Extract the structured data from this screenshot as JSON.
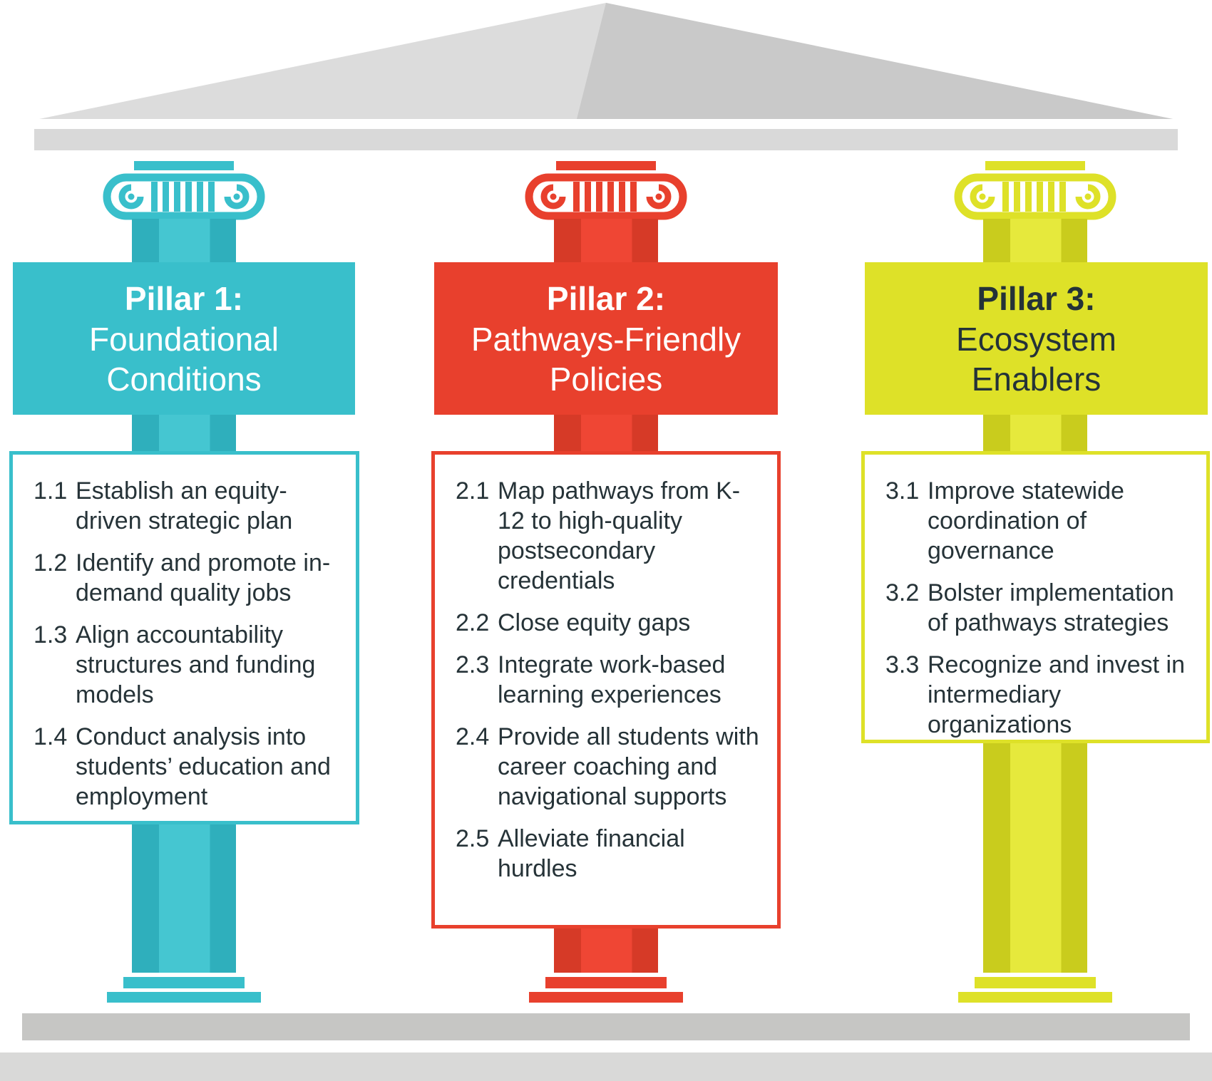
{
  "figure_title": "Three pillars diagram",
  "palette": {
    "teal": "#39BFCB",
    "red": "#E8402D",
    "yellow_green": "#DEE128",
    "body_text": "#263338",
    "pediment_light": "#DCDCDC",
    "pediment_dark": "#C9C9C9",
    "beam_gray": "#D9D9D9",
    "stylobate_gray": "#C6C6C4",
    "ground_gray": "#D9D9D8"
  },
  "pillars": [
    {
      "id": "pillar-1",
      "color": "#39BFCB",
      "title": "Pillar 1:",
      "subtitle_lines": [
        "Foundational",
        "Conditions"
      ],
      "items": [
        {
          "num": "1.1",
          "text": "Establish an equity-driven strategic plan"
        },
        {
          "num": "1.2",
          "text": "Identify and promote in-demand quality jobs"
        },
        {
          "num": "1.3",
          "text": "Align accountability structures and funding models"
        },
        {
          "num": "1.4",
          "text": "Conduct analysis into students’ education and employment"
        }
      ]
    },
    {
      "id": "pillar-2",
      "color": "#E8402D",
      "title": "Pillar 2:",
      "subtitle_lines": [
        "Pathways-Friendly",
        "Policies"
      ],
      "items": [
        {
          "num": "2.1",
          "text": "Map pathways from K-12 to high-quality postsecondary credentials"
        },
        {
          "num": "2.2",
          "text": "Close equity gaps"
        },
        {
          "num": "2.3",
          "text": "Integrate work-based learning experiences"
        },
        {
          "num": "2.4",
          "text": "Provide all students with career coaching and navigational supports"
        },
        {
          "num": "2.5",
          "text": "Alleviate financial hurdles"
        }
      ]
    },
    {
      "id": "pillar-3",
      "color": "#DEE128",
      "title": "Pillar 3:",
      "subtitle_lines": [
        "Ecosystem",
        "Enablers"
      ],
      "items": [
        {
          "num": "3.1",
          "text": "Improve statewide coordination of governance"
        },
        {
          "num": "3.2",
          "text": "Bolster implementation of pathways strategies"
        },
        {
          "num": "3.3",
          "text": "Recognize and invest in intermediary organizations"
        }
      ]
    }
  ]
}
